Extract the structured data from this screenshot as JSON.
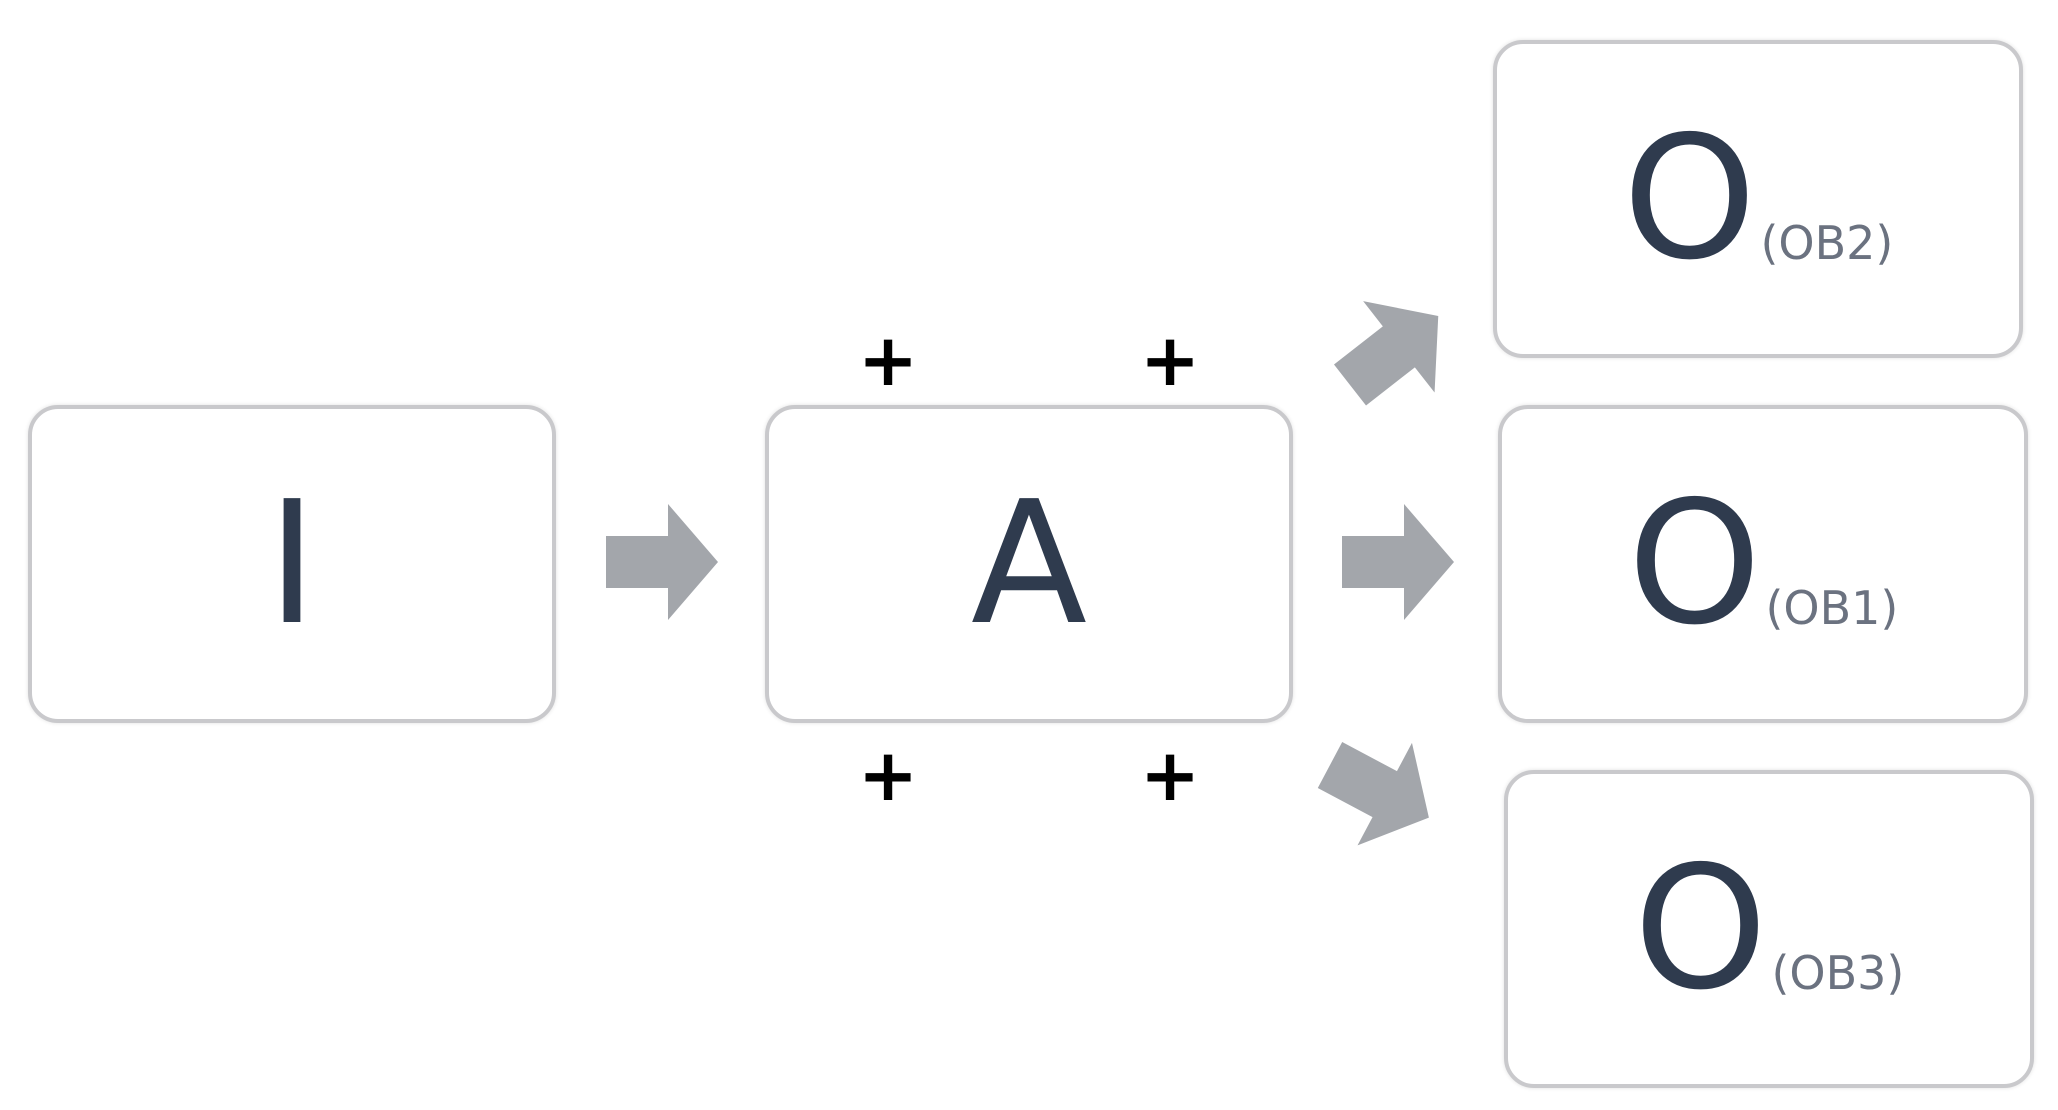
{
  "nodes": {
    "input": {
      "label": "I"
    },
    "activity": {
      "label": "A"
    },
    "outcome_ob2": {
      "label": "O",
      "subscript": "(OB2)"
    },
    "outcome_ob1": {
      "label": "O",
      "subscript": "(OB1)"
    },
    "outcome_ob3": {
      "label": "O",
      "subscript": "(OB3)"
    }
  },
  "markers": {
    "plus_top_left": "+",
    "plus_top_right": "+",
    "plus_bottom_left": "+",
    "plus_bottom_right": "+"
  },
  "colors": {
    "arrow": "#a3a6ab",
    "box_border": "#c9c9cc",
    "text": "#2f3b4e"
  }
}
